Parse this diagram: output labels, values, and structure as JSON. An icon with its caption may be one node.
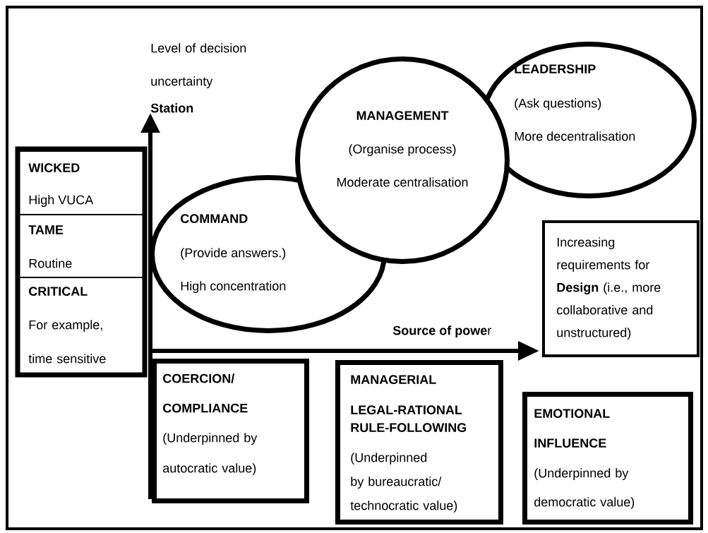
{
  "diagram": {
    "nodes": [
      {
        "text": [
          "WICKED",
          "High VUCA"
        ]
      },
      {
        "text": [
          "TAME",
          "Routine"
        ]
      },
      {
        "text": [
          "CRITICAL",
          "For example, time sensitive"
        ]
      },
      {
        "text": [
          "COMMAND",
          "(Provide answers.)",
          "High concentration"
        ]
      },
      {
        "text": [
          "MANAGEMENT",
          "(Organise process)",
          "Moderate centralisation"
        ]
      },
      {
        "text": [
          "LEADERSHIP",
          "(Ask questions)",
          "More decentralisation"
        ]
      },
      {
        "text": [
          "Increasing requirements for **Design** (i.e., more collaborative and unstructured)"
        ]
      },
      {
        "text": [
          "COERCION/ COMPLIANCE",
          "(Underpinned by autocratic value)"
        ]
      },
      {
        "text": [
          "MANAGERIAL",
          "LEGAL-RATIONAL RULE-FOLLOWING",
          "(Underpinned by bureaucratic/ technocratic value)"
        ]
      },
      {
        "text": [
          "EMOTIONAL INFLUENCE",
          "(Underpinned by democratic value)"
        ]
      }
    ],
    "labels": [
      "Level of decision uncertainty",
      "Station",
      "**Source of powe**r"
    ]
  }
}
